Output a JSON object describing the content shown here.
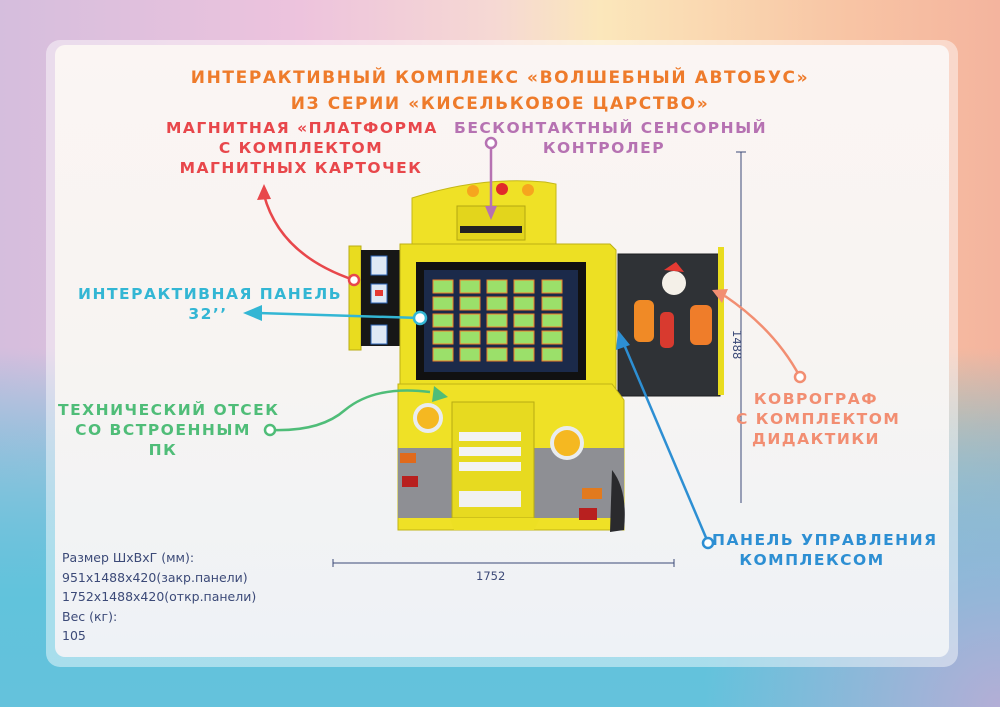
{
  "title": {
    "line1": "ИНТЕРАКТИВНЫЙ КОМПЛЕКС «ВОЛШЕБНЫЙ АВТОБУС»",
    "line2": "ИЗ СЕРИИ «КИСЕЛЬКОВОЕ ЦАРСТВО»"
  },
  "callouts": {
    "magnetic": {
      "lines": [
        "МАГНИТНАЯ «ПЛАТФОРМА",
        "С КОМПЛЕКТОМ",
        "МАГНИТНЫХ КАРТОЧЕК"
      ],
      "color": "#e8474b"
    },
    "sensor": {
      "lines": [
        "БЕСКОНТАКТНЫЙ СЕНСОРНЫЙ",
        "КОНТРОЛЕР"
      ],
      "color": "#b672b2"
    },
    "panel": {
      "lines": [
        "ИНТЕРАКТИВНАЯ ПАНЕЛЬ",
        "32’’"
      ],
      "color": "#33b6d4"
    },
    "tech": {
      "lines": [
        "ТЕХНИЧЕСКИЙ ОТСЕК",
        "СО ВСТРОЕННЫМ",
        "ПК"
      ],
      "color": "#4fbd78"
    },
    "kovrograf": {
      "lines": [
        "КОВРОГРАФ",
        "С КОМПЛЕКТОМ",
        "ДИДАКТИКИ"
      ],
      "color": "#f28e72"
    },
    "control": {
      "lines": [
        "ПАНЕЛЬ УПРАВЛЕНИЯ",
        "КОМПЛЕКСОМ"
      ],
      "color": "#2d8fd3"
    }
  },
  "dimensions": {
    "width": "1752",
    "height": "1488"
  },
  "specs": {
    "size_label": "Размер ШхВхГ (мм):",
    "closed": "951x1488x420(закр.панели)",
    "open": "1752x1488x420(откр.панели)",
    "weight_label": "Вес (кг):",
    "weight": "105"
  }
}
